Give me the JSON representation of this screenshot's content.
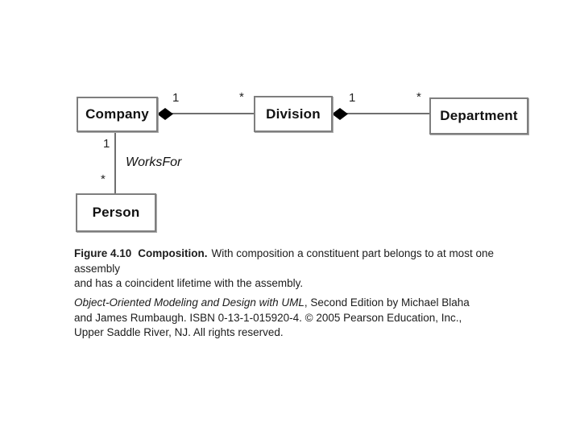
{
  "diagram": {
    "classes": {
      "company": "Company",
      "division": "Division",
      "department": "Department",
      "person": "Person"
    },
    "associations": {
      "company_division": {
        "type": "composition",
        "assembly_mult": "1",
        "part_mult": "*"
      },
      "division_department": {
        "type": "composition",
        "assembly_mult": "1",
        "part_mult": "*"
      },
      "company_person": {
        "type": "association",
        "name": "WorksFor",
        "company_mult": "1",
        "person_mult": "*"
      }
    }
  },
  "caption": {
    "figure_label": "Figure 4.10",
    "figure_title": "Composition.",
    "line1_rest": "With composition a constituent part belongs to at most one assembly",
    "line2": "and has a coincident lifetime with the assembly."
  },
  "attribution": {
    "line1_italic": "Object-Oriented Modeling and Design with UML",
    "line1_rest": ", Second Edition by Michael Blaha",
    "line2": "and James Rumbaugh. ISBN 0-13-1-015920-4. © 2005 Pearson Education, Inc.,",
    "line3": "Upper Saddle River, NJ. All rights reserved."
  },
  "colors": {
    "background": "#ffffff",
    "box_border": "#7e7e7e",
    "line": "#6f6f6f",
    "diamond": "#000000",
    "text": "#1a1a1a"
  }
}
